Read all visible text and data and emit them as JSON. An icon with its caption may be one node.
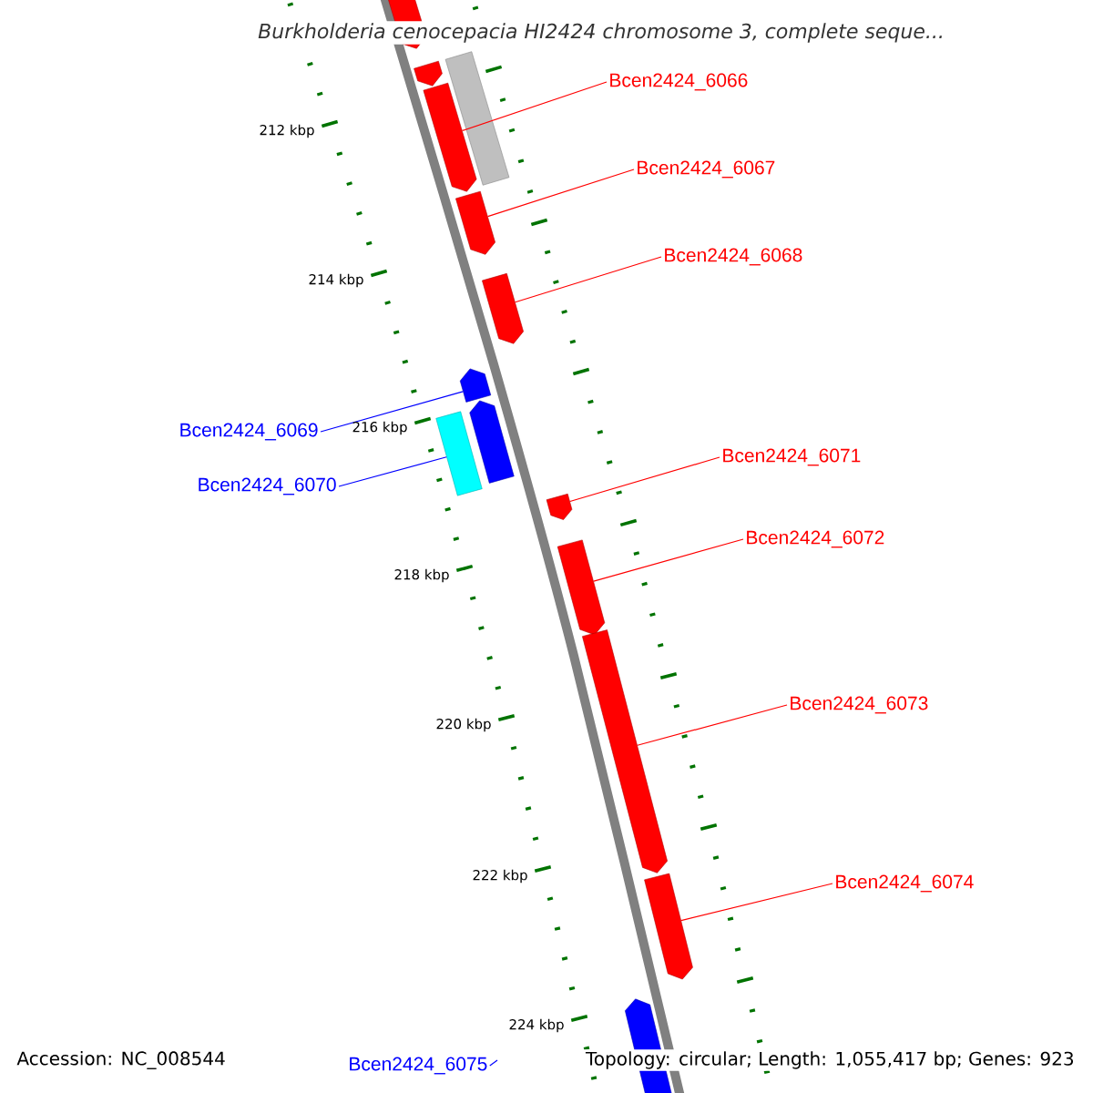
{
  "diagram": {
    "title": "Burkholderia cenocepacia HI2424 chromosome 3, complete seque...",
    "nodes": [
      {
        "text": [],
        "shape": "pentagon"
      },
      {
        "text": [],
        "shape": "pentagon"
      },
      {
        "text": [],
        "shape": "box"
      },
      {
        "text": [],
        "shape": "pentagon"
      },
      {
        "text": [],
        "shape": "pentagon"
      },
      {
        "text": [],
        "shape": "pentagon"
      },
      {
        "text": [],
        "shape": "pentagon"
      },
      {
        "text": [],
        "shape": "pentagon"
      },
      {
        "text": [],
        "shape": "box"
      },
      {
        "text": [],
        "shape": "pentagon"
      },
      {
        "text": [],
        "shape": "pentagon"
      },
      {
        "text": [],
        "shape": "pentagon"
      },
      {
        "text": [],
        "shape": "pentagon"
      },
      {
        "text": [],
        "shape": "pentagon"
      },
      {
        "text": [
          "Bcen2424_6066"
        ]
      },
      {
        "text": [
          "Bcen2424_6067"
        ]
      },
      {
        "text": [
          "Bcen2424_6068"
        ]
      },
      {
        "text": [
          "Bcen2424_6069"
        ]
      },
      {
        "text": [
          "Bcen2424_6070"
        ]
      },
      {
        "text": [
          "Bcen2424_6071"
        ]
      },
      {
        "text": [
          "Bcen2424_6072"
        ]
      },
      {
        "text": [
          "Bcen2424_6073"
        ]
      },
      {
        "text": [
          "Bcen2424_6074"
        ]
      },
      {
        "text": [
          "Bcen2424_6075"
        ]
      }
    ],
    "edges": [
      {
        "from": 14,
        "to": 3,
        "arrow": "none"
      },
      {
        "from": 15,
        "to": 4,
        "arrow": "none"
      },
      {
        "from": 16,
        "to": 5,
        "arrow": "none"
      },
      {
        "from": 17,
        "to": 6,
        "arrow": "none",
        "color": "#0000ff"
      },
      {
        "from": 18,
        "to": 8,
        "arrow": "none",
        "color": "#0000ff"
      },
      {
        "from": 19,
        "to": 9,
        "arrow": "none"
      },
      {
        "from": 20,
        "to": 10,
        "arrow": "none"
      },
      {
        "from": 21,
        "to": 11,
        "arrow": "none"
      },
      {
        "from": 22,
        "to": 12,
        "arrow": "none"
      },
      {
        "from": 23,
        "to": null,
        "arrow": "none",
        "color": "#0000ff"
      }
    ],
    "labels": [
      "212 kbp",
      "214 kbp",
      "216 kbp",
      "218 kbp",
      "220 kbp",
      "222 kbp",
      "224 kbp",
      "Accession: NC_008544",
      "Topology: circular; Length: 1,055,417 bp; Genes: 923"
    ]
  }
}
